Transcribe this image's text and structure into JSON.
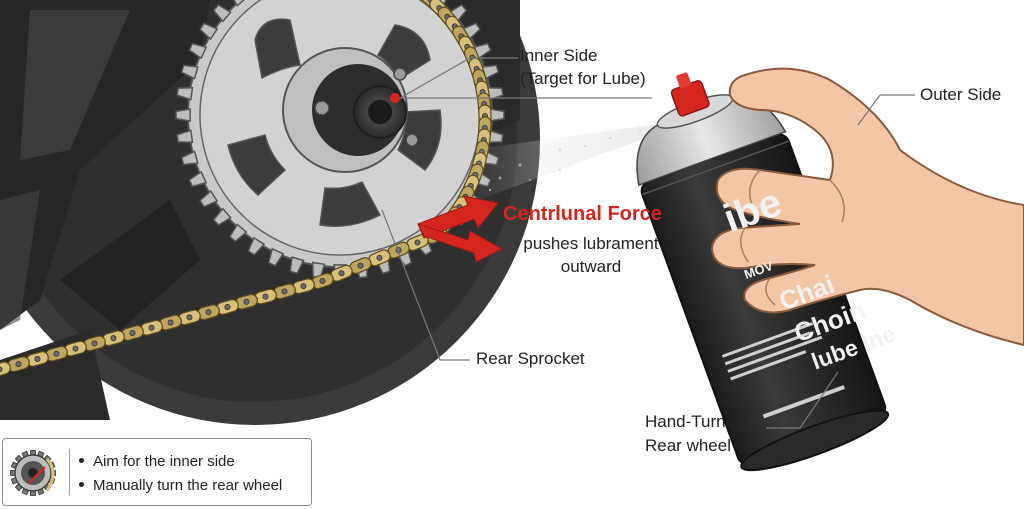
{
  "labels": {
    "inner_side_line1": "Inner Side",
    "inner_side_line2": "(Target for Lube)",
    "outer_side": "Outer Side",
    "force_title": "Centrlunal Force",
    "force_line1": "pushes lubrament",
    "force_line2": "outward",
    "rear_sprocket": "Rear Sprocket",
    "hand_turning_line1": "Hand-Turning",
    "hand_turning_line2": "Rear wheel"
  },
  "can": {
    "line1": "ibe",
    "line2": "MOV",
    "line3": "Chai",
    "line4": "Choin",
    "line5": "lube Ine"
  },
  "legend": {
    "items": [
      "Aim for the inner side",
      "Manually turn the rear wheel"
    ]
  },
  "colors": {
    "accent_red": "#d4261f",
    "chain_gold": "#d8c07a",
    "tire_dark": "#333333",
    "sprocket_gray": "#c8c8c8",
    "can_body": "#2b2b2b",
    "skin": "#f3c7a6"
  },
  "icons": {
    "legend": "sprocket-chain-icon"
  }
}
